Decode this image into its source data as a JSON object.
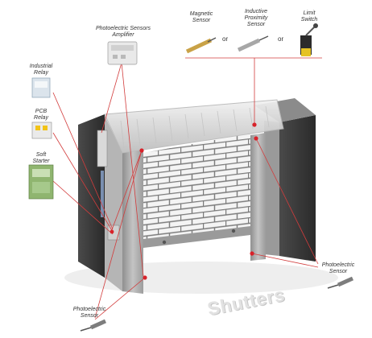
{
  "title": "Shutters",
  "labels": {
    "amplifier": "Photoelectric Sensors\nAmplifier",
    "industrial_relay": "Industrial\nRelay",
    "pcb_relay": "PCB\nRelay",
    "soft_starter": "Soft\nStarter",
    "magnetic": "Magnetic\nSensor",
    "inductive": "Inductive\nProximity\nSensor",
    "limit": "Limit\nSwitch",
    "photo_right": "Photoelectric\nSensor",
    "photo_left": "Photoelectric\nSensor",
    "or1": "or",
    "or2": "or"
  },
  "colors": {
    "leader": "#d23c3c",
    "dot": "#d8222a",
    "frame": "#a9a9a9",
    "brick": "#f4f4f4",
    "mortar": "#7a7a7a"
  }
}
